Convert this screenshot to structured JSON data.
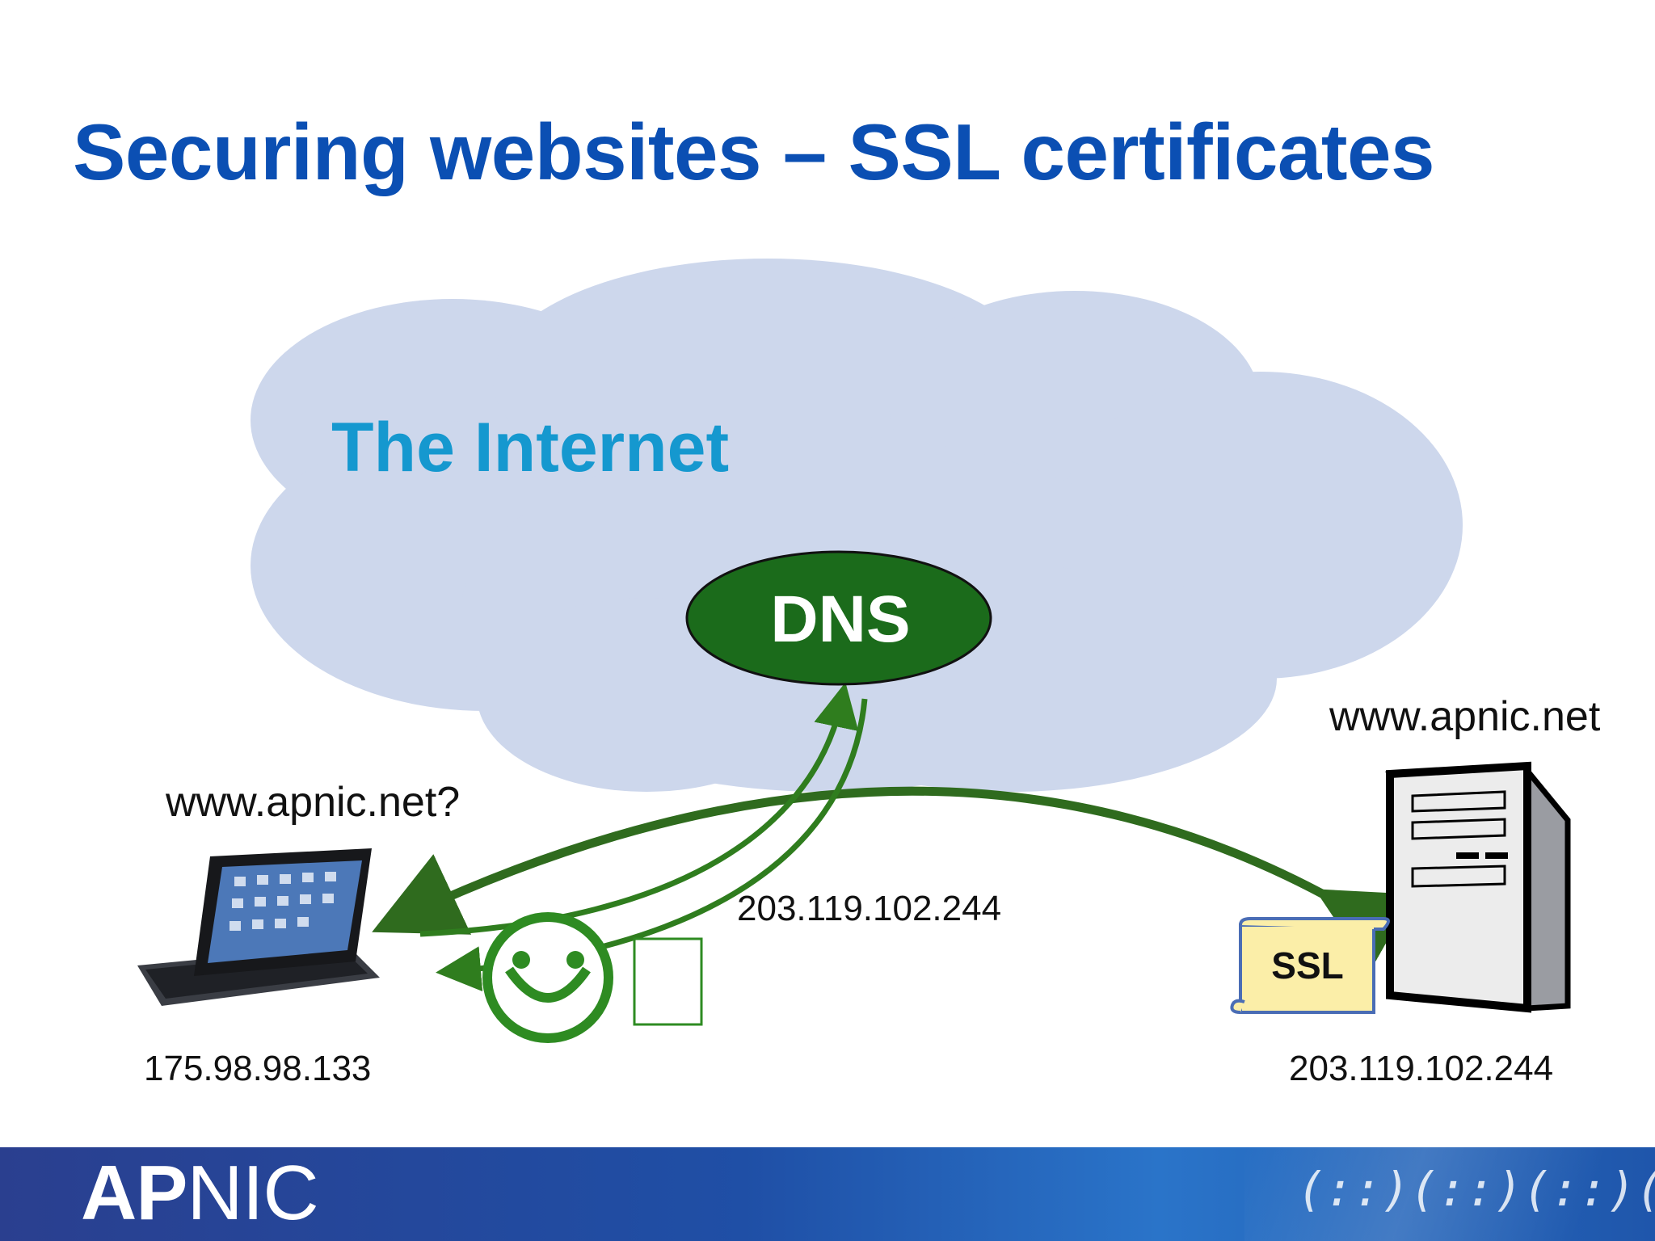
{
  "title": "Securing websites – SSL certificates",
  "cloud": {
    "label": "The Internet"
  },
  "dns": {
    "label": "DNS"
  },
  "client": {
    "query": "www.apnic.net?",
    "ip": "175.98.98.133"
  },
  "server": {
    "name": "www.apnic.net",
    "ip": "203.119.102.244"
  },
  "dns_answer": "203.119.102.244",
  "certificate": {
    "label": "SSL"
  },
  "footer": {
    "logo_ap": "AP",
    "logo_nic": "NIC",
    "mark": "(::)(::)(::)(::)"
  },
  "colors": {
    "title": "#0b4fb3",
    "cloud": "#cdd7ec",
    "internet_label": "#1598cf",
    "dns_fill": "#1b6b1b",
    "arrow_green": "#2f7d1e",
    "smiley_green": "#2e8b22",
    "scroll_fill": "#fbeea8",
    "footer_blue": "#1f4fa6"
  },
  "icons": [
    "tablet-keyboard-icon",
    "server-tower-icon",
    "smiley-icon",
    "ssl-certificate-scroll-icon"
  ]
}
